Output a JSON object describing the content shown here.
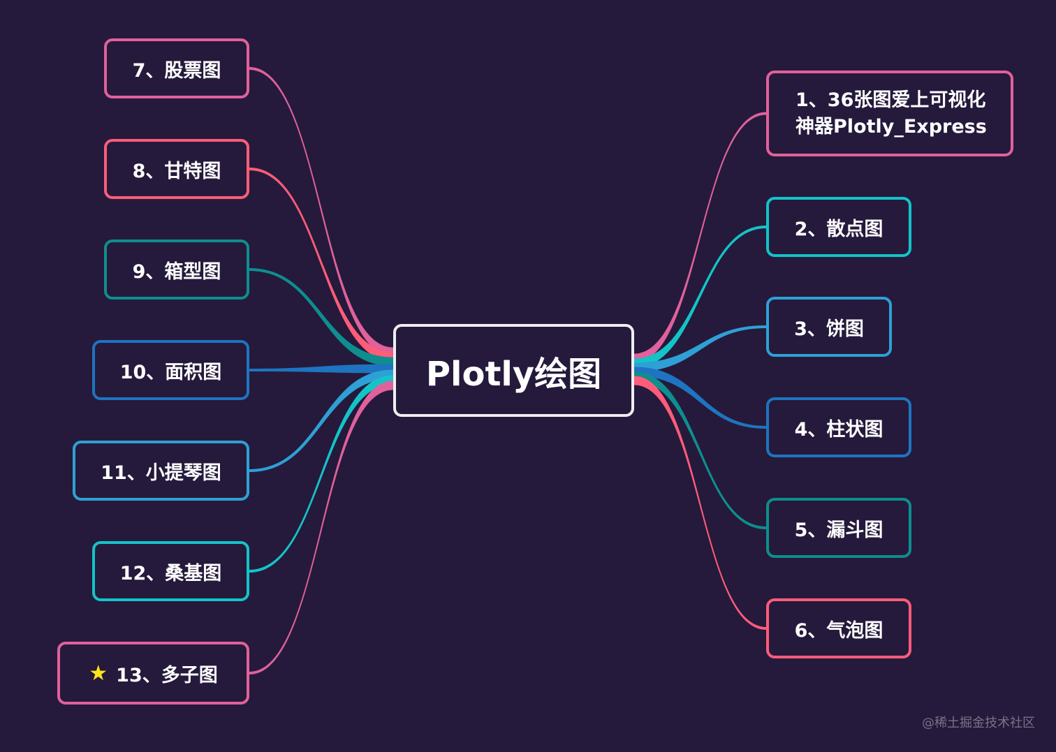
{
  "colors": {
    "background": "#251a3b",
    "pink": "#e0619b",
    "coral": "#ff5c7a",
    "teal": "#0e8e8e",
    "blue": "#1e74c0",
    "sky": "#2ea0d6",
    "cyan": "#14c3c8",
    "star": "#ffe41a"
  },
  "root": {
    "label": "Plotly绘图"
  },
  "nodes": [
    {
      "id": "n1",
      "label": "1、36张图爱上可视化\n神器Plotly_Express",
      "color": "#e0619b"
    },
    {
      "id": "n2",
      "label": "2、散点图",
      "color": "#14c3c8"
    },
    {
      "id": "n3",
      "label": "3、饼图",
      "color": "#2ea0d6"
    },
    {
      "id": "n4",
      "label": "4、柱状图",
      "color": "#1e74c0"
    },
    {
      "id": "n5",
      "label": "5、漏斗图",
      "color": "#0e8e8e"
    },
    {
      "id": "n6",
      "label": "6、气泡图",
      "color": "#ff5c7a"
    },
    {
      "id": "n7",
      "label": "7、股票图",
      "color": "#e0619b"
    },
    {
      "id": "n8",
      "label": "8、甘特图",
      "color": "#ff5c7a"
    },
    {
      "id": "n9",
      "label": "9、箱型图",
      "color": "#0e8e8e"
    },
    {
      "id": "n10",
      "label": "10、面积图",
      "color": "#1e74c0"
    },
    {
      "id": "n11",
      "label": "11、小提琴图",
      "color": "#2ea0d6"
    },
    {
      "id": "n12",
      "label": "12、桑基图",
      "color": "#14c3c8"
    },
    {
      "id": "n13",
      "label": "13、多子图",
      "color": "#e0619b",
      "icon": "star-icon"
    }
  ],
  "watermark": "@稀土掘金技术社区"
}
